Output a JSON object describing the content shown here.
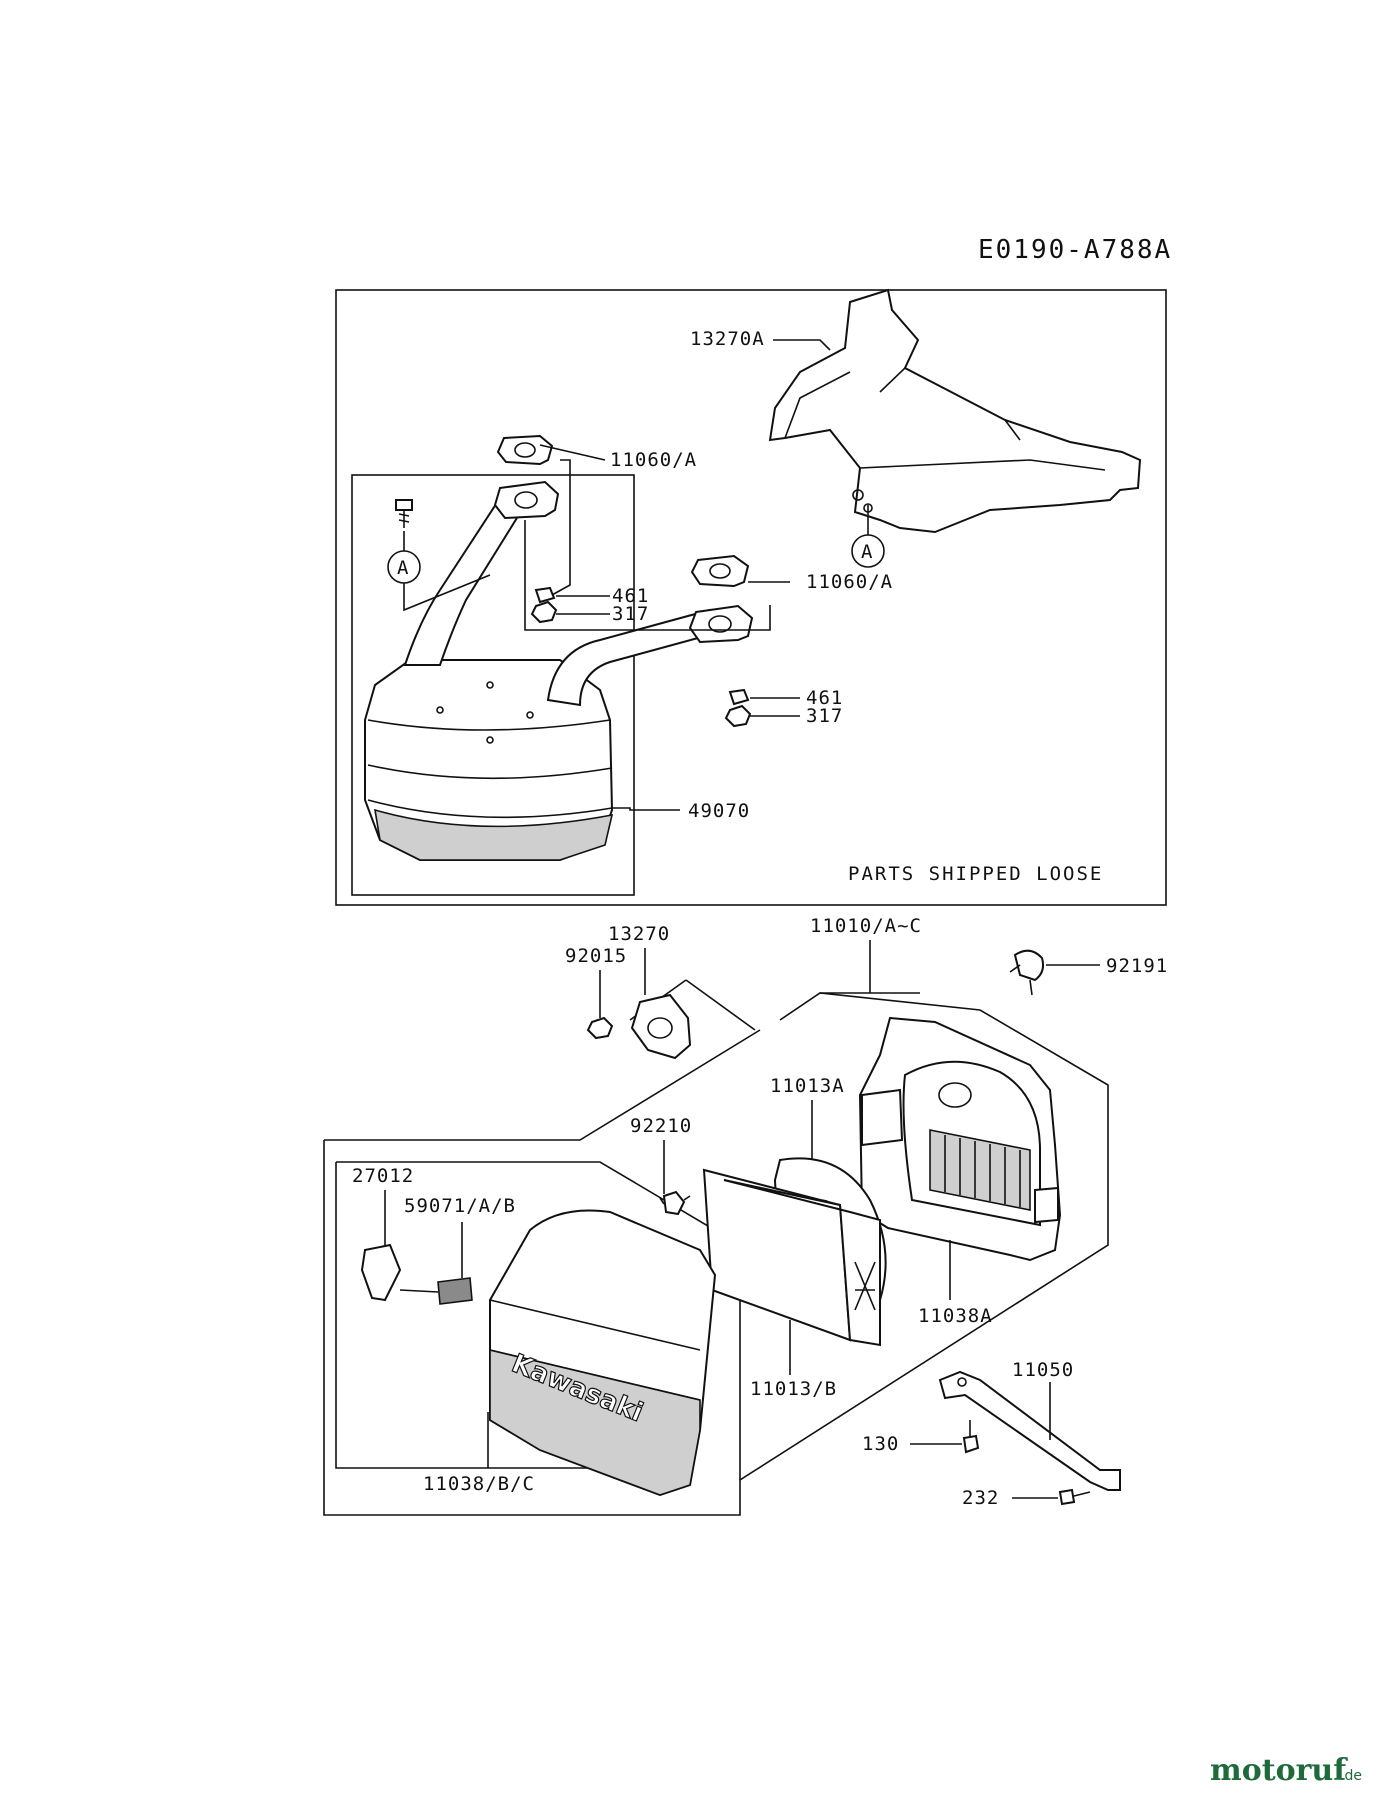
{
  "diagram": {
    "code": "E0190-A788A",
    "note": "PARTS SHIPPED LOOSE",
    "ref_mark": "A",
    "brand": "Kawasaki"
  },
  "labels": {
    "p13270A": "13270A",
    "p11060A_1": "11060/A",
    "p461_1": "461",
    "p317_1": "317",
    "p11060A_2": "11060/A",
    "p461_2": "461",
    "p317_2": "317",
    "p49070": "49070",
    "p13270": "13270",
    "p92015": "92015",
    "p11010": "11010/A~C",
    "p92191": "92191",
    "p11013A": "11013A",
    "p92210": "92210",
    "p27012": "27012",
    "p59071": "59071/A/B",
    "p11038A": "11038A",
    "p11050": "11050",
    "p11013B": "11013/B",
    "p130": "130",
    "p232": "232",
    "p11038BC": "11038/B/C"
  },
  "watermark": {
    "name": "motoruf",
    "tld": ".de"
  }
}
